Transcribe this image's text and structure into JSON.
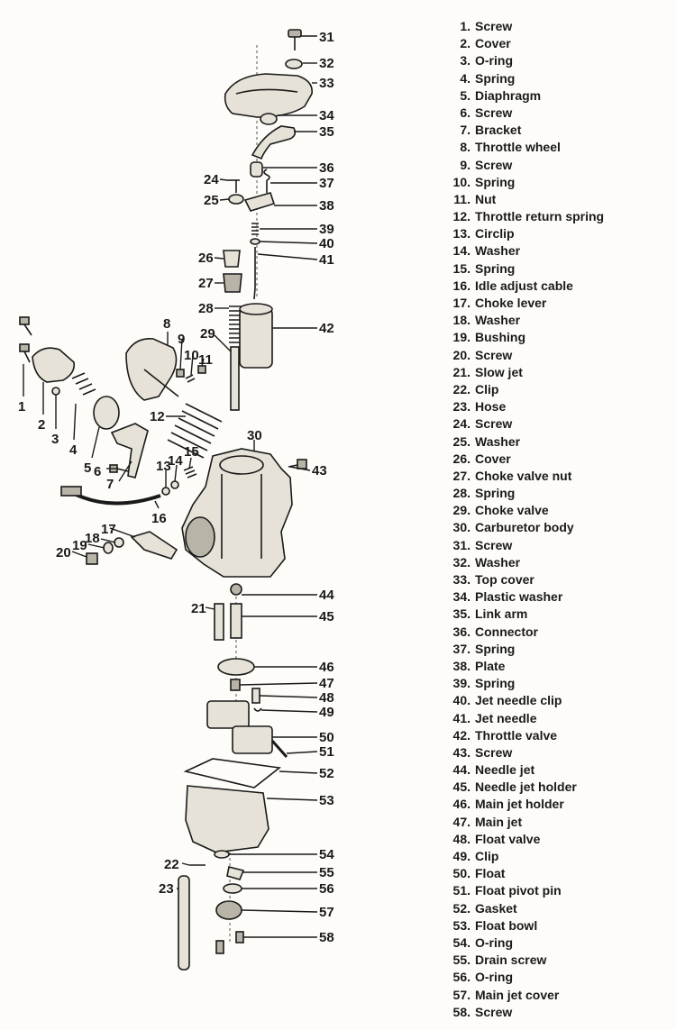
{
  "parts": [
    {
      "n": "1.",
      "name": "Screw"
    },
    {
      "n": "2.",
      "name": "Cover"
    },
    {
      "n": "3.",
      "name": "O-ring"
    },
    {
      "n": "4.",
      "name": "Spring"
    },
    {
      "n": "5.",
      "name": "Diaphragm"
    },
    {
      "n": "6.",
      "name": "Screw"
    },
    {
      "n": "7.",
      "name": "Bracket"
    },
    {
      "n": "8.",
      "name": "Throttle wheel"
    },
    {
      "n": "9.",
      "name": "Screw"
    },
    {
      "n": "10.",
      "name": "Spring"
    },
    {
      "n": "11.",
      "name": "Nut"
    },
    {
      "n": "12.",
      "name": "Throttle return spring"
    },
    {
      "n": "13.",
      "name": "Circlip"
    },
    {
      "n": "14.",
      "name": "Washer"
    },
    {
      "n": "15.",
      "name": "Spring"
    },
    {
      "n": "16.",
      "name": "Idle adjust cable"
    },
    {
      "n": "17.",
      "name": "Choke lever"
    },
    {
      "n": "18.",
      "name": "Washer"
    },
    {
      "n": "19.",
      "name": "Bushing"
    },
    {
      "n": "20.",
      "name": "Screw"
    },
    {
      "n": "21.",
      "name": "Slow jet"
    },
    {
      "n": "22.",
      "name": "Clip"
    },
    {
      "n": "23.",
      "name": "Hose"
    },
    {
      "n": "24.",
      "name": "Screw"
    },
    {
      "n": "25.",
      "name": "Washer"
    },
    {
      "n": "26.",
      "name": "Cover"
    },
    {
      "n": "27.",
      "name": "Choke valve nut"
    },
    {
      "n": "28.",
      "name": "Spring"
    },
    {
      "n": "29.",
      "name": "Choke valve"
    },
    {
      "n": "30.",
      "name": "Carburetor body"
    },
    {
      "n": "31.",
      "name": "Screw"
    },
    {
      "n": "32.",
      "name": "Washer"
    },
    {
      "n": "33.",
      "name": "Top cover"
    },
    {
      "n": "34.",
      "name": "Plastic washer"
    },
    {
      "n": "35.",
      "name": "Link arm"
    },
    {
      "n": "36.",
      "name": "Connector"
    },
    {
      "n": "37.",
      "name": "Spring"
    },
    {
      "n": "38.",
      "name": "Plate"
    },
    {
      "n": "39.",
      "name": "Spring"
    },
    {
      "n": "40.",
      "name": "Jet needle clip"
    },
    {
      "n": "41.",
      "name": "Jet needle"
    },
    {
      "n": "42.",
      "name": "Throttle valve"
    },
    {
      "n": "43.",
      "name": "Screw"
    },
    {
      "n": "44.",
      "name": "Needle jet"
    },
    {
      "n": "45.",
      "name": "Needle jet holder"
    },
    {
      "n": "46.",
      "name": "Main jet holder"
    },
    {
      "n": "47.",
      "name": "Main jet"
    },
    {
      "n": "48.",
      "name": "Float valve"
    },
    {
      "n": "49.",
      "name": "Clip"
    },
    {
      "n": "50.",
      "name": "Float"
    },
    {
      "n": "51.",
      "name": "Float pivot pin"
    },
    {
      "n": "52.",
      "name": "Gasket"
    },
    {
      "n": "53.",
      "name": "Float bowl"
    },
    {
      "n": "54.",
      "name": "O-ring"
    },
    {
      "n": "55.",
      "name": "Drain screw"
    },
    {
      "n": "56.",
      "name": "O-ring"
    },
    {
      "n": "57.",
      "name": "Main jet cover"
    },
    {
      "n": "58.",
      "name": "Screw"
    }
  ],
  "callouts": [
    "31",
    "32",
    "33",
    "34",
    "35",
    "36",
    "37",
    "38",
    "39",
    "40",
    "41",
    "42",
    "43",
    "44",
    "45",
    "46",
    "47",
    "48",
    "49",
    "50",
    "51",
    "52",
    "53",
    "54",
    "55",
    "56",
    "57",
    "58",
    "24",
    "25",
    "26",
    "27",
    "28",
    "29",
    "30",
    "8",
    "9",
    "10",
    "11",
    "12",
    "15",
    "14",
    "13",
    "16",
    "17",
    "18",
    "19",
    "20",
    "21",
    "22",
    "23",
    "1",
    "2",
    "3",
    "4",
    "5",
    "6",
    "7"
  ],
  "colors": {
    "ink": "#1a1a1a",
    "paper": "#fdfcf8",
    "part_fill": "#e6e2d8"
  }
}
